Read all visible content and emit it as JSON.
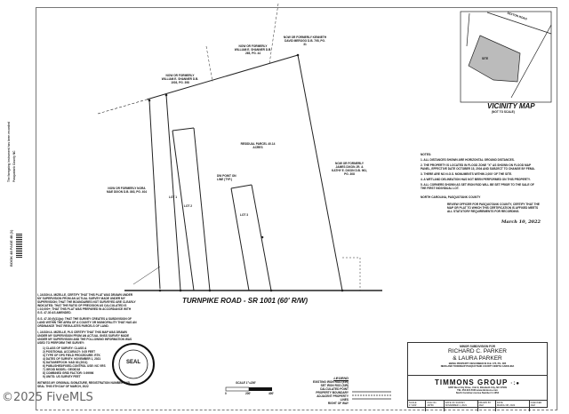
{
  "vicinity_map": {
    "title": "VICINITY MAP",
    "subtitle": "(NOT TO SCALE)",
    "road_label": "SEXTON ROAD",
    "site_label": "SITE"
  },
  "plat": {
    "residual_parcel": "RESIDUAL PARCEL 40.14 ACRES",
    "road": "TURNPIKE ROAD - SR 1001 (60' R/W)",
    "adjoiners": [
      "NOW OR FORMERLY WILLIAM E. SHANNER D.B. 1003, PG. 398",
      "NOW OR FORMERLY WILLIAM E. SHANNER D.B. 265, PG. 44",
      "NOW OR FORMERLY KENNETH DAVID MEROGO D.B. 795, PG. 31",
      "NOW OR FORMERLY JAMES DIXON JR. & KATHY E. DIXON D.B. 961, PG. 308",
      "NOW OR FORMERLY NORA MAE DIXON D.B. 863, PG. 404"
    ],
    "lot_labels": [
      "LOT 1",
      "LOT 2",
      "LOT 3"
    ],
    "drain_point": "DW POINT ON LINE (TYP.)"
  },
  "notes": {
    "heading": "NOTES:",
    "items": [
      "1. ALL DISTANCES SHOWN ARE HORIZONTAL GROUND DISTANCES.",
      "2. THE PROPERTY IS LOCATED IN FLOOD ZONE \"X\" AS SHOWN ON FLOOD MAP PANEL, EFFECTIVE DATE OCTOBER 15, 2004 AND SUBJECT TO CHANGE BY FEMA.",
      "3. THERE ARE NO N.G.S. MONUMENTS WITHIN 2,000' OF THE SITE.",
      "4. A WETLAND DELINEATION HAS NOT BEEN PERFORMED ON THIS PROPERTY.",
      "5. ALL CORNERS SHOWN AS SET IRON ROD WILL BE SET PRIOR TO THE SALE OF THE FIRST INDIVIDUAL LOT."
    ],
    "county": "NORTH CAROLINA, PASQUOTANK COUNTY",
    "review": "REVIEW OFFICER FOR PASQUOTANK COUNTY, CERTIFY THAT THE MAP OR PLAT TO WHICH THIS CERTIFICATION IS AFFIXED MEETS ALL STATUTORY REQUIREMENTS FOR RECORDING.",
    "date_signed": "March 10, 2022"
  },
  "certification": {
    "p1": "I, JASON A. MIZELLE, CERTIFY THAT THIS PLAT WAS DRAWN UNDER MY SUPERVISION FROM AN ACTUAL SURVEY MADE UNDER MY SUPERVISION; THAT THE BOUNDARIES NOT SURVEYED ARE CLEARLY INDICATED; THAT THE RATIO OF PRECISION AS CALCULATED IS 1:10,000+; THAT THIS PLAT WAS PREPARED IN ACCORDANCE WITH G.S. 47-30 AS AMENDED.",
    "p2": "G.S. 47-30 (f)(11)(a): THAT THE SURVEY CREATES A SUBDIVISION OF LAND WITHIN THE AREA OF A COUNTY OR MUNICIPALITY THAT HAS AN ORDINANCE THAT REGULATES PARCELS OF LAND.",
    "p3": "I, JASON A. MIZELLE, PLS CERTIFY THAT THIS MAP WAS DRAWN UNDER MY SUPERVISION FROM AN ACTUAL GNSS SURVEY MADE UNDER MY SUPERVISION AND THE FOLLOWING INFORMATION WAS USED TO PERFORM THE SURVEY:",
    "list": [
      "1) CLASS OF SURVEY: CLASS A",
      "2) POSITIONAL ACCURACY: 0.05 FEET",
      "3) TYPE OF GPS FIELD PROCEDURE: RTK",
      "4) DATES OF SURVEY: NOVEMBER 1, 2021",
      "5) DATUM/EPOCH: NAD 83 (2011)",
      "6) PUBLISHED/FIXED-CONTROL USE: NC VRS",
      "7) GEOID MODEL: GEOID18",
      "8) COMBINED GRID FACTOR: 0.99996",
      "9) UNITS: US SURVEY FEET"
    ],
    "witness": "WITNESS MY ORIGINAL SIGNATURE, REGISTRATION NUMBER AND SEAL THIS 9TH DAY OF MARCH, 2022",
    "seal": "SEAL"
  },
  "scale": {
    "label": "SCALE 1\"=200'",
    "ticks": [
      "0",
      "200'",
      "400'"
    ]
  },
  "legend": {
    "title": "LEGEND",
    "items": [
      "EXISTING IRON ROD (EIR)",
      "SET IRON ROD (SIR)",
      "CALCULATED POINT",
      "PROPERTY BOUNDARY",
      "ADJACENT PROPERTY LINES",
      "RIGHT OF WAY"
    ]
  },
  "title_block": {
    "heading": "MINOR SUBDIVISION FOR",
    "owner1": "RICHARD C. PARKER",
    "owner2": "& LAURA PARKER",
    "deed": "BEING PROPERTY DESCRIBED IN D.B. 475, PG. 385",
    "location": "NEWLAND TOWNSHIP    PASQUOTANK COUNTY    NORTH CAROLINA",
    "firm": "TIMMONS GROUP",
    "address": "1805 West City Drive, Unit E, Elizabeth City, NC 27909",
    "phone": "TEL 252.621.5030 www.timmons.com",
    "license": "North Carolina License Number C-1652",
    "cells": [
      [
        "SCALE",
        "1\"=200'"
      ],
      [
        "FILE NO.",
        "49769"
      ],
      [
        "DATE OF SURVEY",
        "NOVEMBER 1, 2021"
      ],
      [
        "DRAWN BY",
        "JAM"
      ],
      [
        "DATE",
        "MARCH 08, 2022"
      ],
      [
        "CHECKED",
        "JAM"
      ]
    ]
  },
  "margin": {
    "book": "BOOK 48  PAGE 48 (1)",
    "recorder": "Pasquotank County NC",
    "stamp": "The foregoing instrument has been recorded"
  },
  "watermark": "©2025 FiveMLS"
}
